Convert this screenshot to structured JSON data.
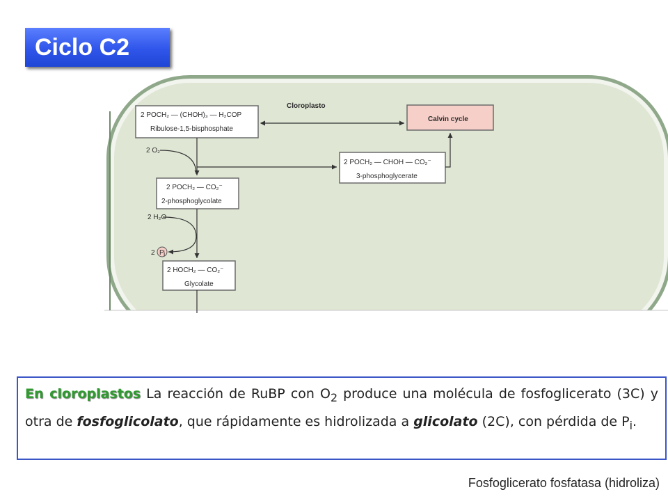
{
  "title": "Ciclo C2",
  "diagram": {
    "compartment_label": "Cloroplasto",
    "rubp": {
      "formula": "2 POCH₂ — (CHOH)₃ — H₂COP",
      "name": "Ribulose-1,5-bisphosphate"
    },
    "calvin": "Calvin cycle",
    "pga": {
      "formula": "2 POCH₂ — CHOH — CO₂⁻",
      "name": "3-phosphoglycerate"
    },
    "o2": "2 O₂",
    "pgly": {
      "formula": "2 POCH₂ — CO₂⁻",
      "name": "2-phosphoglycolate"
    },
    "h2o": "2 H₂O",
    "pi_coef": "2",
    "pi_symbol": "P",
    "pi_sub": "i",
    "glycolate": {
      "formula": "2 HOCH₂ — CO₂⁻",
      "name": "Glycolate"
    },
    "colors": {
      "membrane": "#8fa88a",
      "stroma": "#dfe6d4",
      "calvin_fill": "#f6cfc9"
    }
  },
  "description": {
    "highlight": "En cloroplastos",
    "t1": " La reacción de  RuBP con O",
    "t1_sub": "2",
    "t2": " produce una molécula de fosfoglicerato (3C) y otra de ",
    "t3": "fosfoglicolato",
    "t4": ", que rápidamente es hidrolizada a ",
    "t5": "glicolato",
    "t6": " (2C), con pérdida de P",
    "t6_sub": "i",
    "t7": "."
  },
  "footer": "Fosfoglicerato fosfatasa (hidroliza)"
}
